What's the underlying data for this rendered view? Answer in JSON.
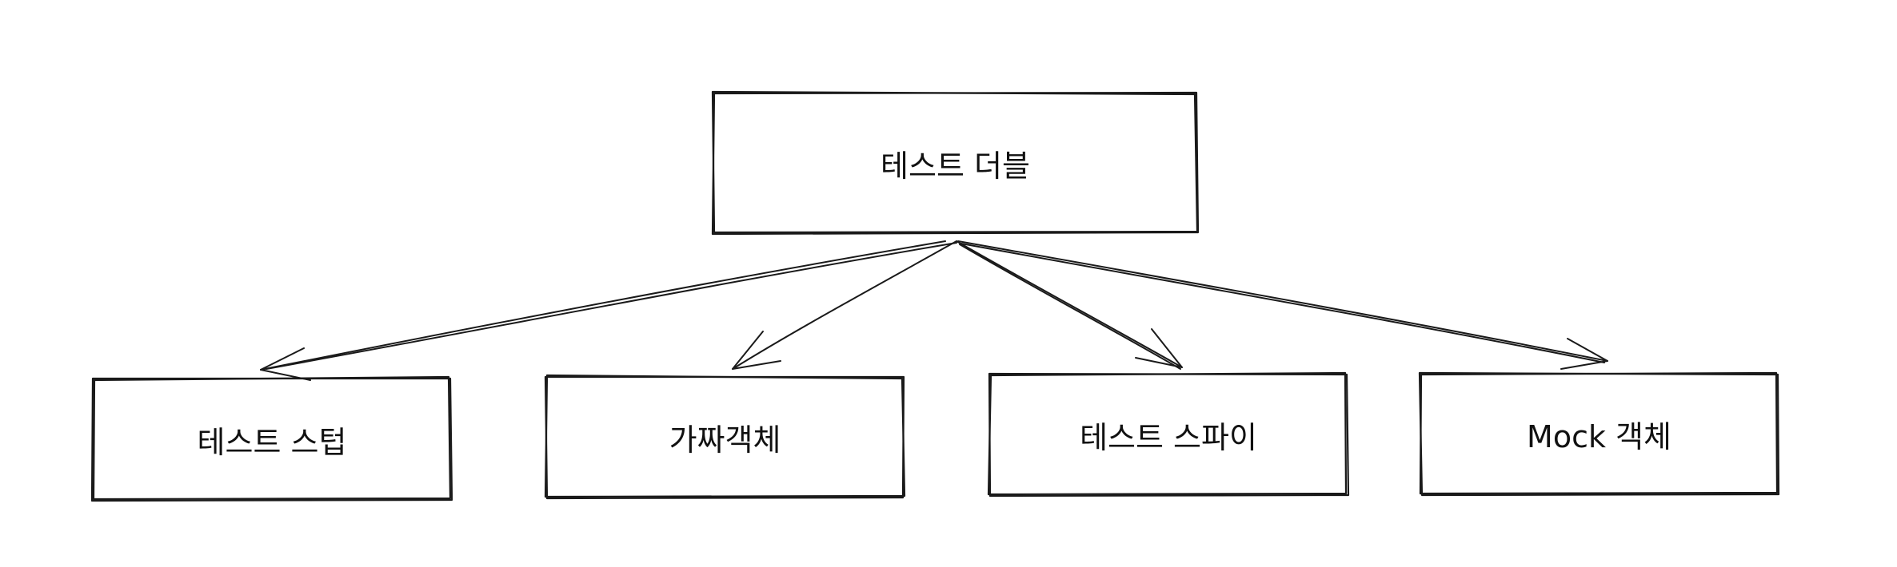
{
  "diagram": {
    "root": {
      "label": "테스트 더블"
    },
    "children": [
      {
        "label": "테스트 스텁"
      },
      {
        "label": "가짜객체"
      },
      {
        "label": "테스트 스파이"
      },
      {
        "label": "Mock 객체"
      }
    ]
  },
  "colors": {
    "background": "#ffffff",
    "stroke": "#1a1a1a",
    "text": "#111111"
  }
}
